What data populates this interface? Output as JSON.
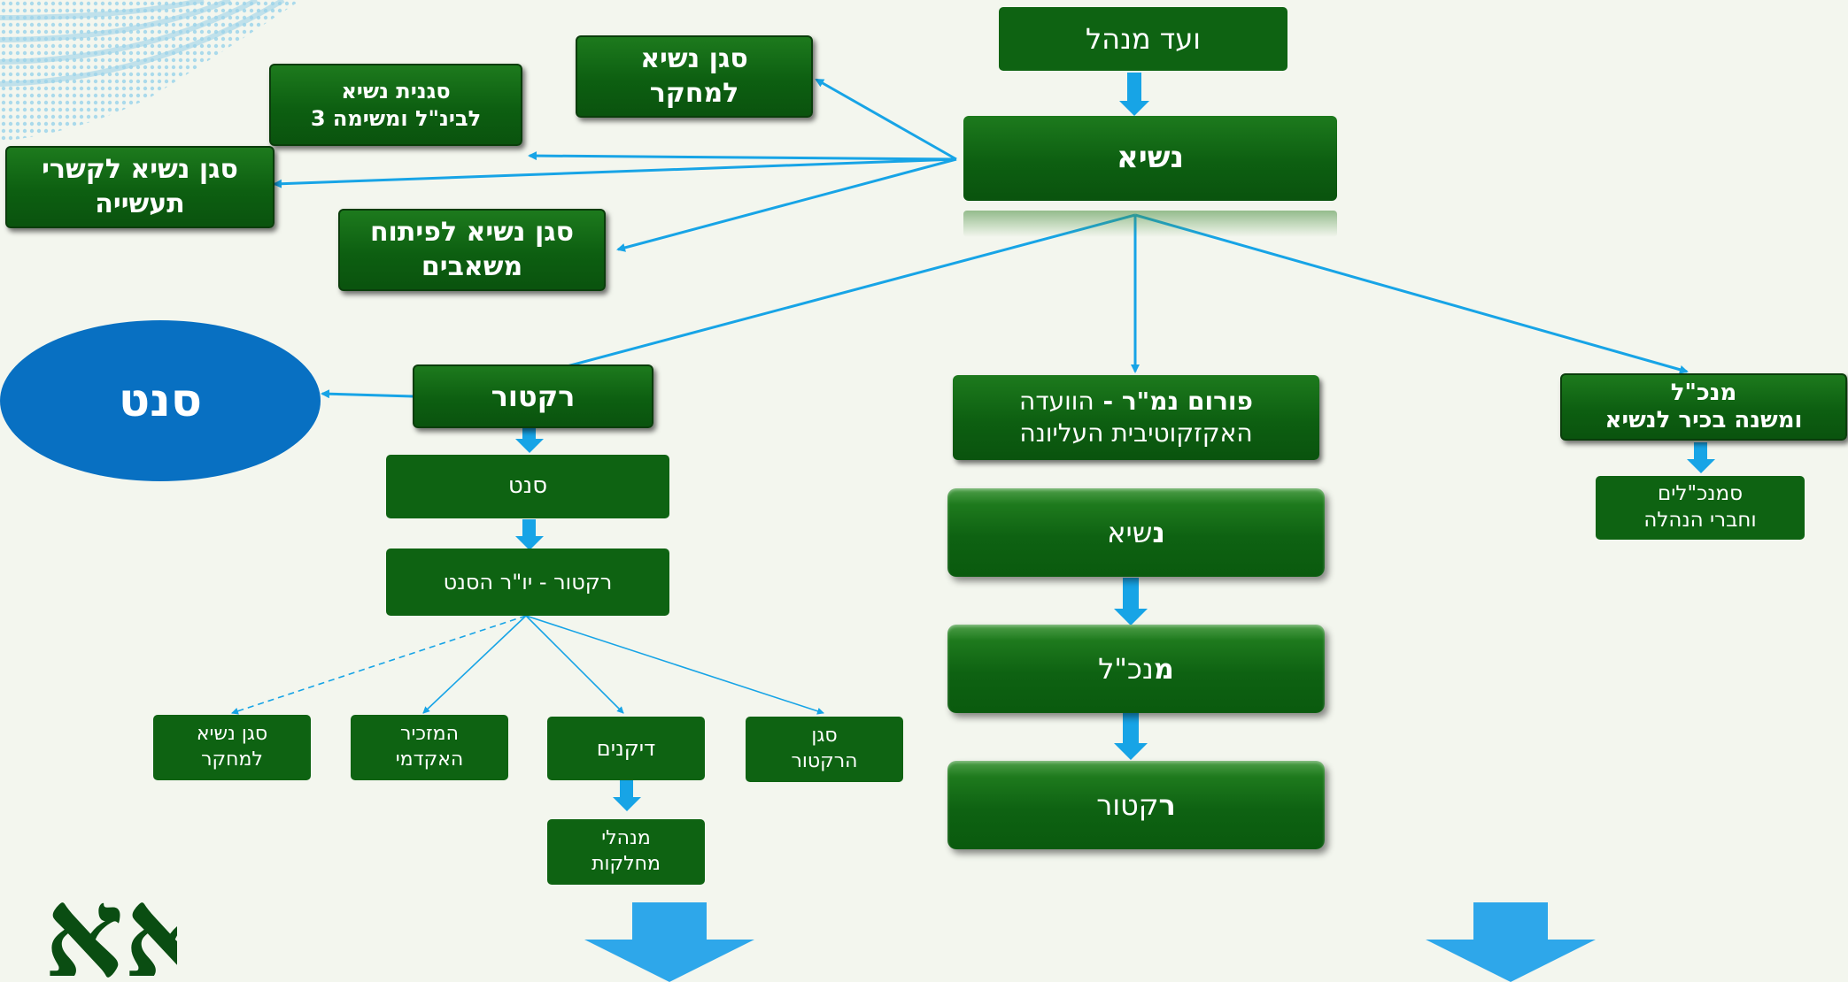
{
  "nodes": {
    "board": "ועד מנהל",
    "president": "נשיא",
    "vp_research_top": [
      "סגן  נשיא",
      "למחקר"
    ],
    "vp_intl": [
      "סגנית נשיא",
      "לבינ\"ל ומשימה 3"
    ],
    "vp_industry": [
      "סגן נשיא לקשרי",
      "תעשייה"
    ],
    "vp_resources": [
      "סגן נשיא לפיתוח",
      "משאבים"
    ],
    "senate_oval": "סנט",
    "rector": "רקטור",
    "forum": {
      "bold": "פורום נמ\"ר - ",
      "rest": "הוועדה",
      "line2": "האקזקוטיבית העליונה"
    },
    "ceo": [
      "מנכ\"ל",
      "ומשנה בכיר לנשיא"
    ],
    "deputy_ceos": [
      "סמנכ\"לים",
      "וחברי הנהלה"
    ],
    "senate": "סנט",
    "rector_chair": "רקטור  - יו\"ר הסנט",
    "forum_president": {
      "first": "נ",
      "rest": "שיא"
    },
    "forum_ceo": {
      "first": "מ",
      "rest": "נכ\"ל"
    },
    "forum_rector": {
      "first": "ר",
      "rest": "קטור"
    },
    "vp_research_small": [
      "סגן נשיא",
      "למחקר"
    ],
    "academic_secretary": [
      "המזכיר",
      "האקדמי"
    ],
    "deans": "דיקנים",
    "vice_rector": [
      "סגן",
      "הרקטור"
    ],
    "dept_heads": [
      "מנהלי",
      "מחלקות"
    ]
  },
  "logo": "אא",
  "colors": {
    "box_green": "#0d5f11",
    "connector_blue": "#17a4e6",
    "oval_blue": "#0870c2",
    "logo_green": "#0a4d12"
  }
}
